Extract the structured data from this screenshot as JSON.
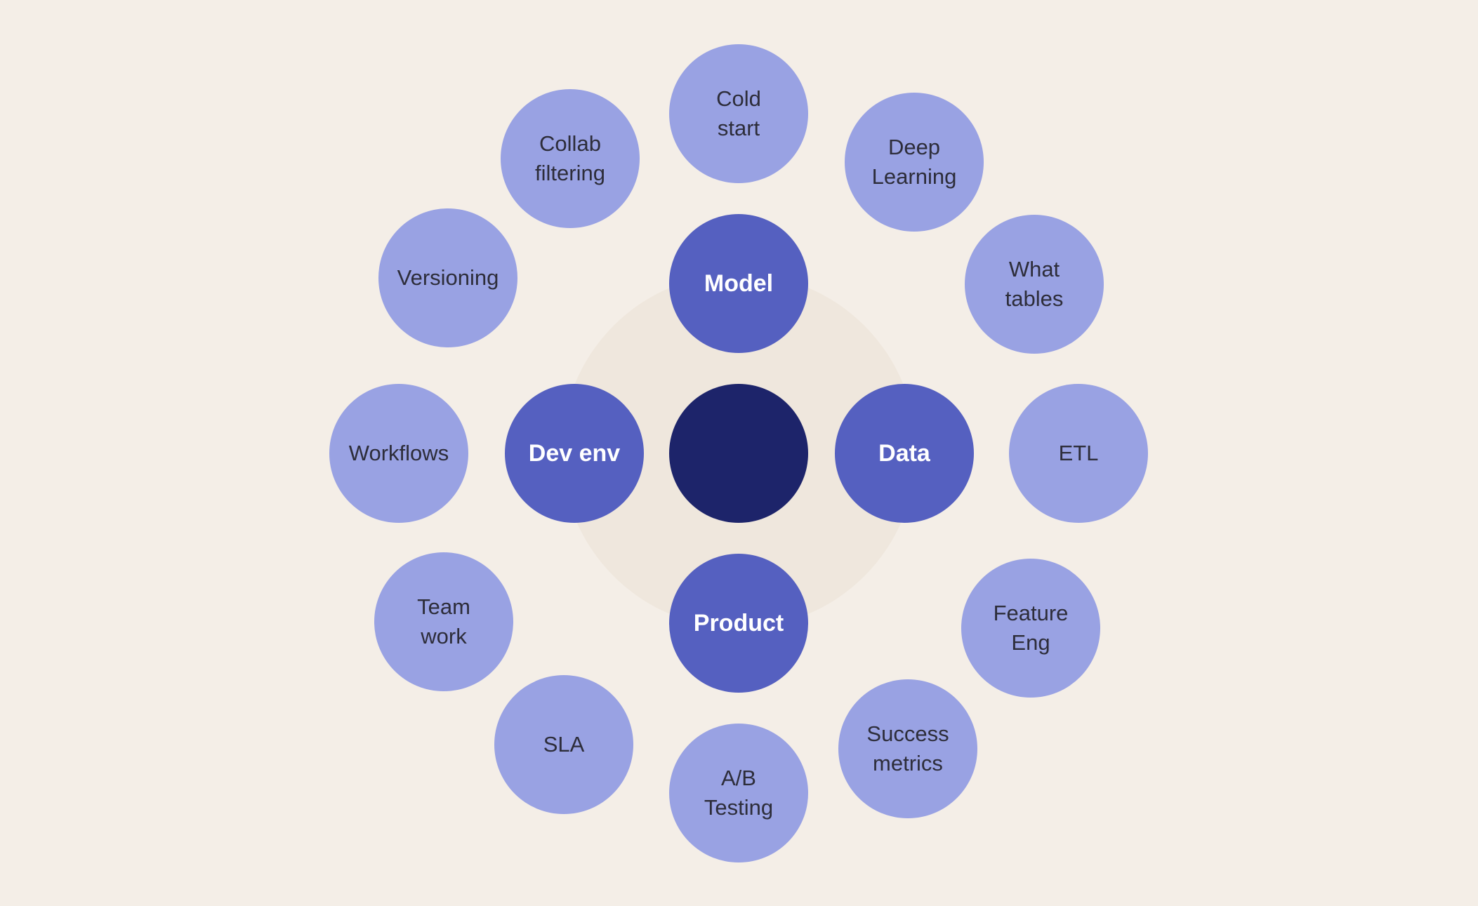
{
  "colors": {
    "background": "#f4eee7",
    "halo": "#efe7dd",
    "core": "#1d246a",
    "hub": "#5560c0",
    "leaf": "#99a2e3",
    "hub_text": "#ffffff",
    "leaf_text": "#2d2d3a"
  },
  "hubs": {
    "model": "Model",
    "data": "Data",
    "product": "Product",
    "dev_env": "Dev env"
  },
  "leaves": {
    "cold_start": "Cold\nstart",
    "deep_learning": "Deep\nLearning",
    "what_tables": "What\ntables",
    "etl": "ETL",
    "feature_eng": "Feature\nEng",
    "success_metrics": "Success\nmetrics",
    "ab_testing": "A/B\nTesting",
    "sla": "SLA",
    "team_work": "Team\nwork",
    "workflows": "Workflows",
    "versioning": "Versioning",
    "collab_filtering": "Collab\nfiltering"
  }
}
